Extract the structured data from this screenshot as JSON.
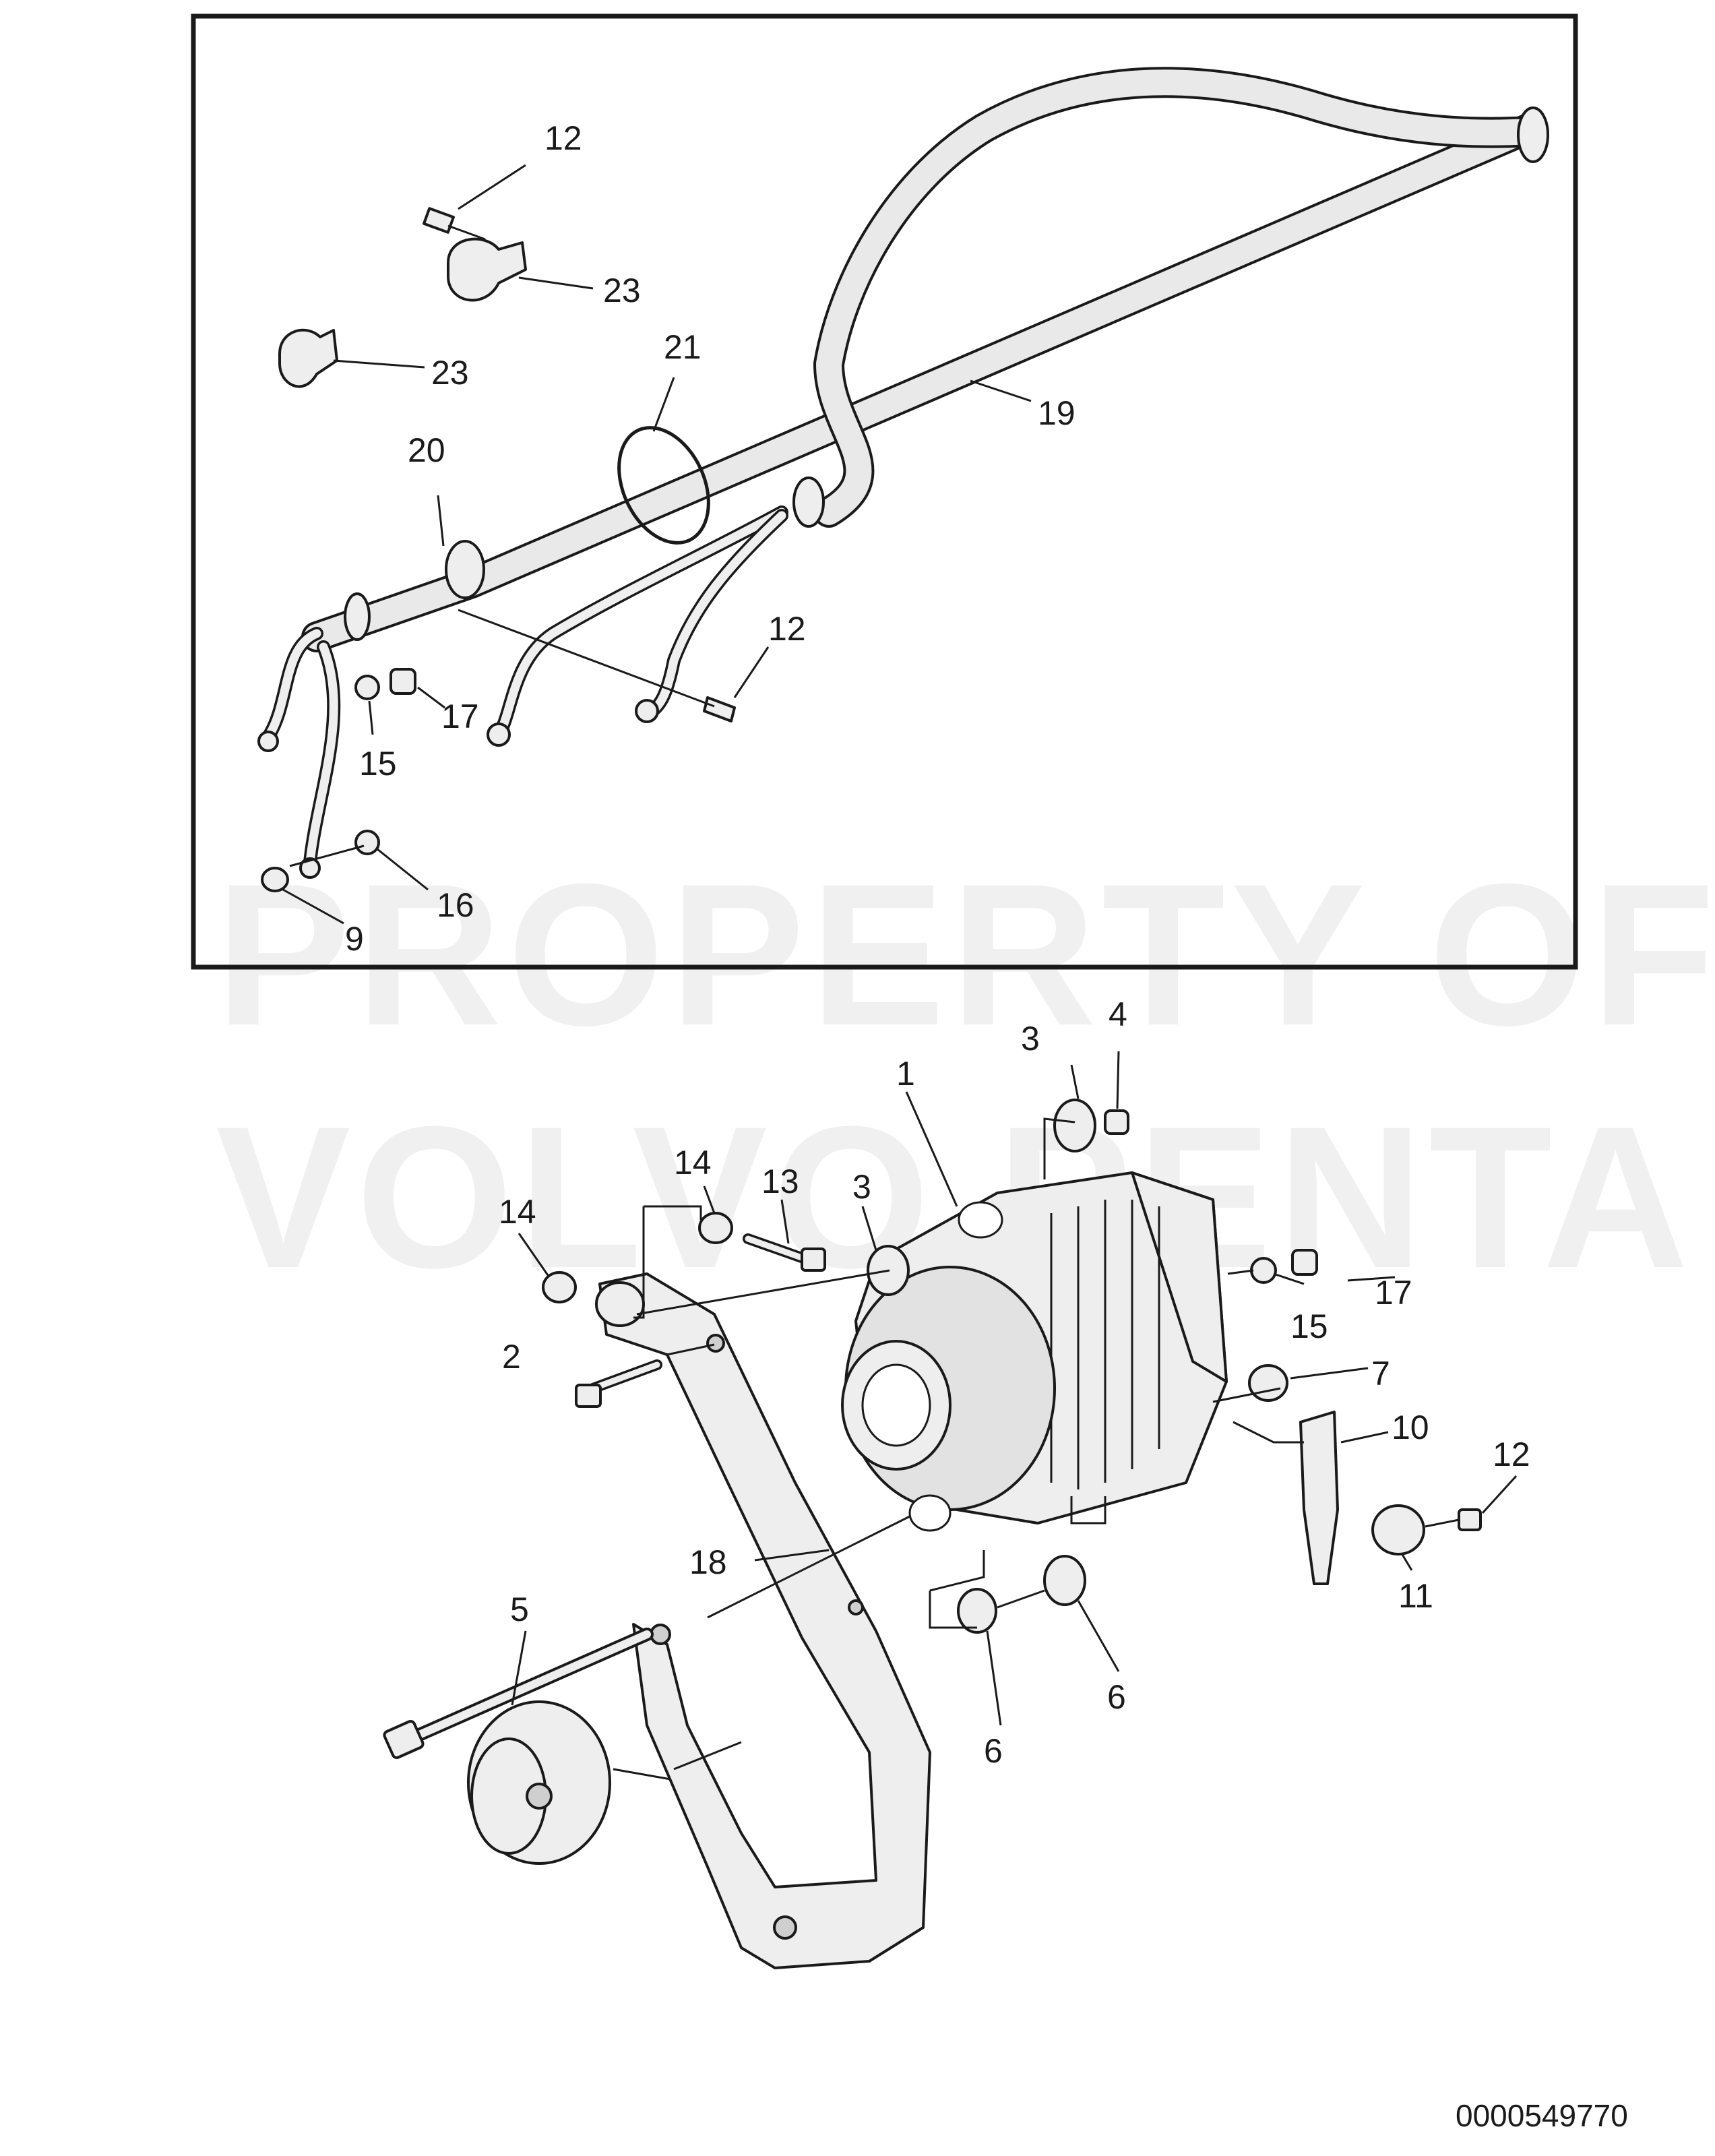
{
  "watermark": {
    "line1": "PROPERTY OF",
    "line2": "VOLVO PENTA"
  },
  "document_id": "0000549770",
  "callouts": {
    "top_box": {
      "c12a": "12",
      "c23a": "23",
      "c23b": "23",
      "c21": "21",
      "c19": "19",
      "c20": "20",
      "c12b": "12",
      "c17": "17",
      "c15": "15",
      "c16": "16",
      "c9": "9"
    },
    "bottom": {
      "c3a": "3",
      "c4": "4",
      "c1": "1",
      "c14a": "14",
      "c13": "13",
      "c3b": "3",
      "c14b": "14",
      "c17": "17",
      "c15": "15",
      "c2": "2",
      "c7": "7",
      "c10": "10",
      "c12": "12",
      "c11": "11",
      "c18": "18",
      "c5": "5",
      "c6a": "6",
      "c6b": "6"
    }
  }
}
